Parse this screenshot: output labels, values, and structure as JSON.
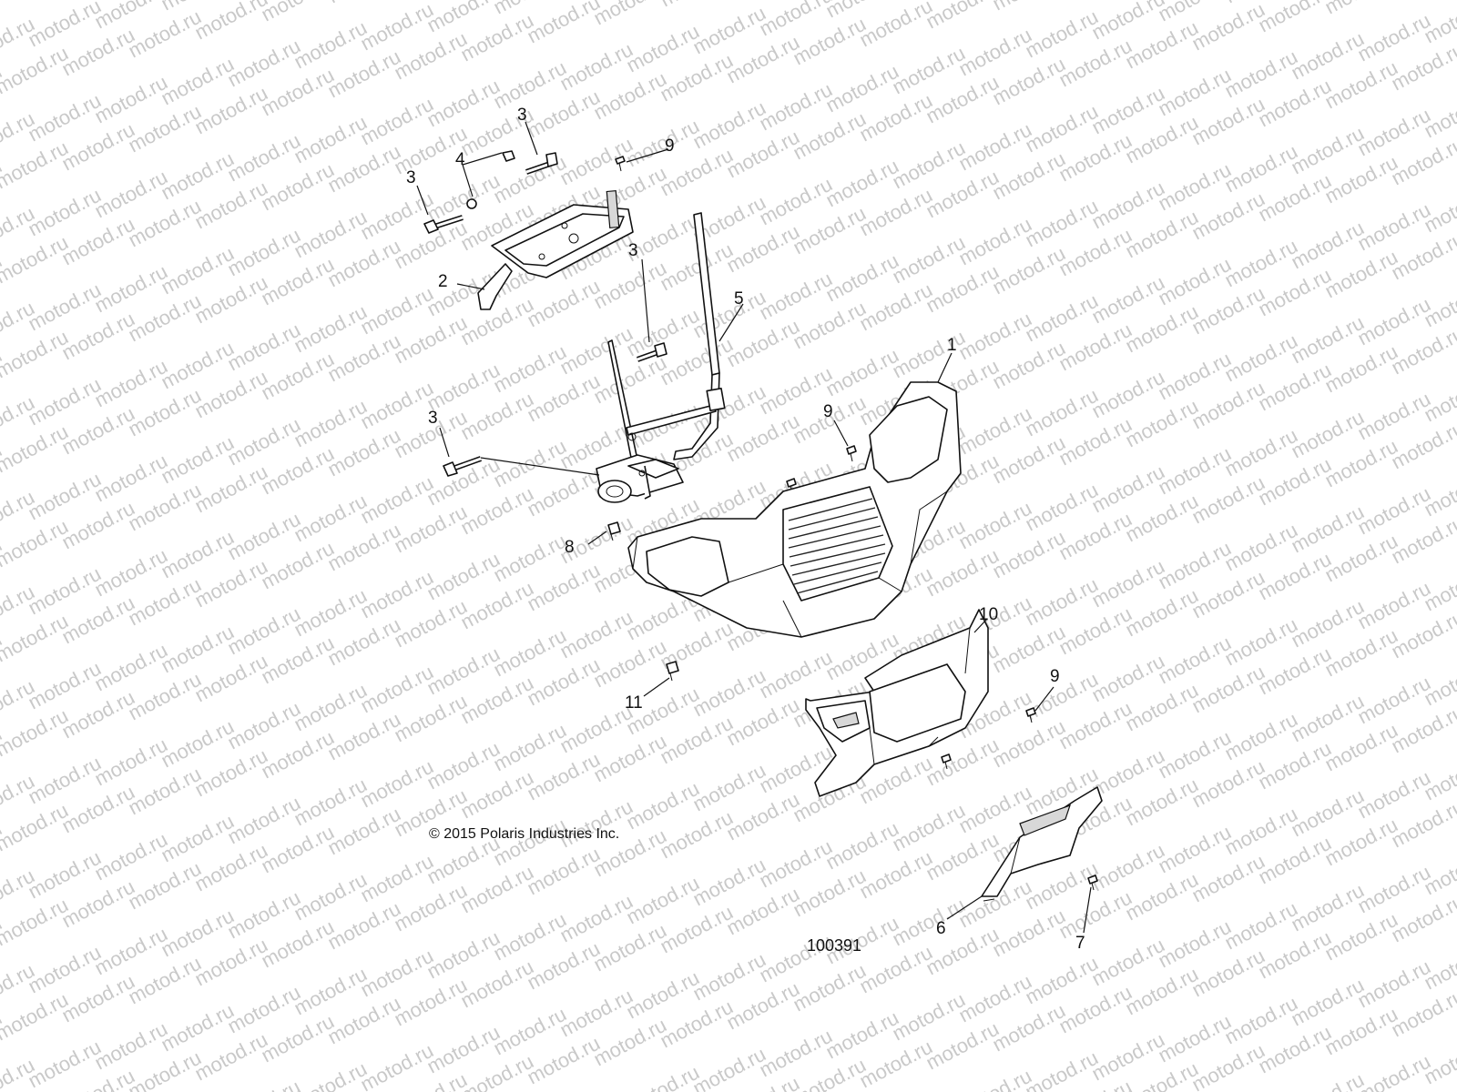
{
  "watermark": "motod.ru",
  "copyright": "© 2015 Polaris Industries Inc.",
  "drawing_number": "100391",
  "callouts": [
    "1",
    "2",
    "3",
    "3",
    "3",
    "3",
    "4",
    "5",
    "6",
    "7",
    "8",
    "9",
    "9",
    "9",
    "10",
    "11"
  ]
}
